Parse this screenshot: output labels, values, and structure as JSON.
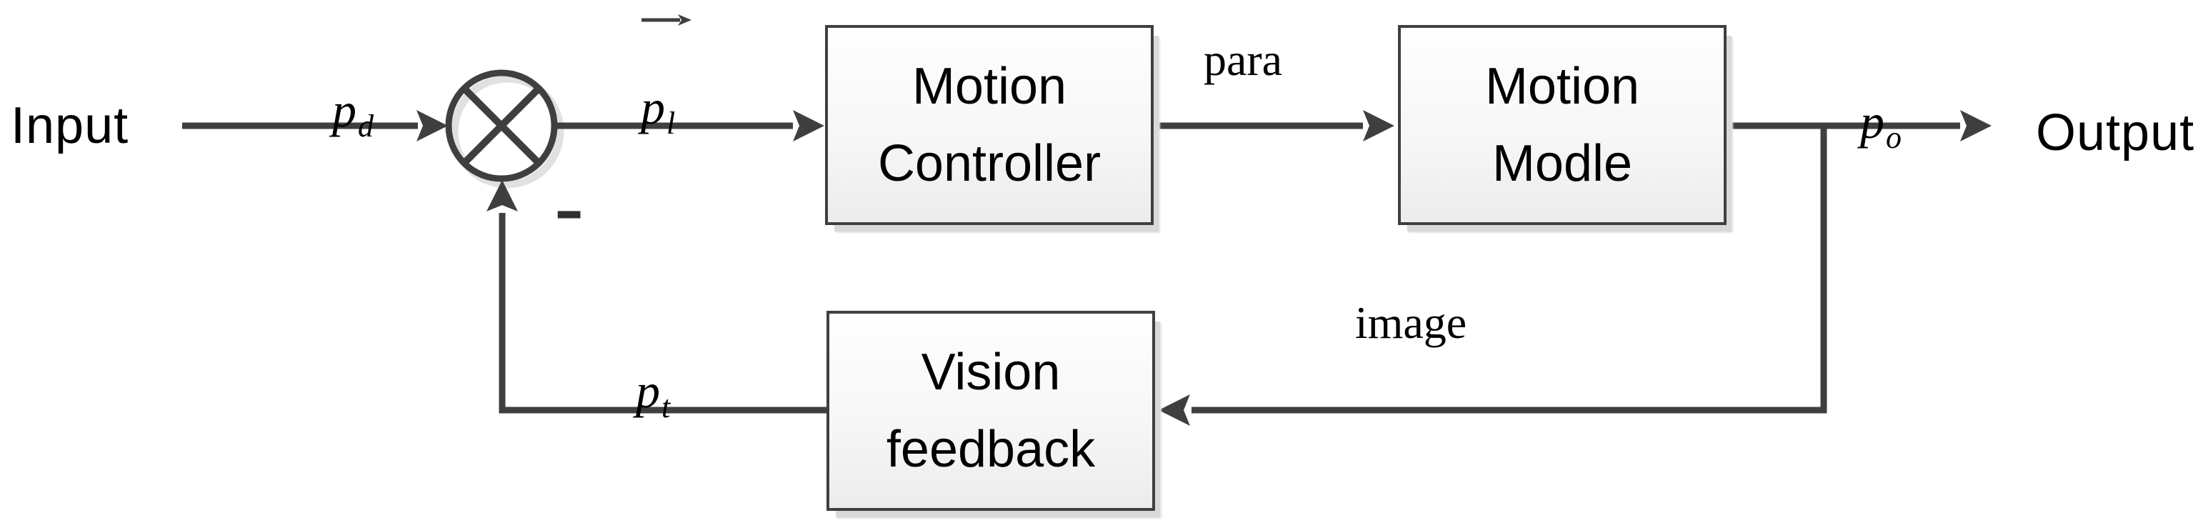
{
  "diagram": {
    "type": "control-system-block-diagram",
    "terminals": {
      "input": "Input",
      "output": "Output"
    },
    "blocks": [
      {
        "id": "motion-controller",
        "label": "Motion\nController"
      },
      {
        "id": "motion-model",
        "label": "Motion\nModle"
      },
      {
        "id": "vision-feedback",
        "label": "Vision\nfeedback"
      }
    ],
    "summing_junction": {
      "sign": "-"
    },
    "signals": {
      "pd": {
        "base": "p",
        "sub": "d"
      },
      "pl": {
        "base": "p",
        "sub": "l",
        "vector_arrow": true
      },
      "pt": {
        "base": "p",
        "sub": "t"
      },
      "po": {
        "base": "p",
        "sub": "o"
      },
      "para": "para",
      "image": "image"
    },
    "colors": {
      "line": "#3f3f3f",
      "border": "#3f3f3f",
      "text": "#000000",
      "box_fill_top": "#fefefe",
      "box_fill_bottom": "#ececec",
      "shadow": "#d9d9d9"
    }
  }
}
